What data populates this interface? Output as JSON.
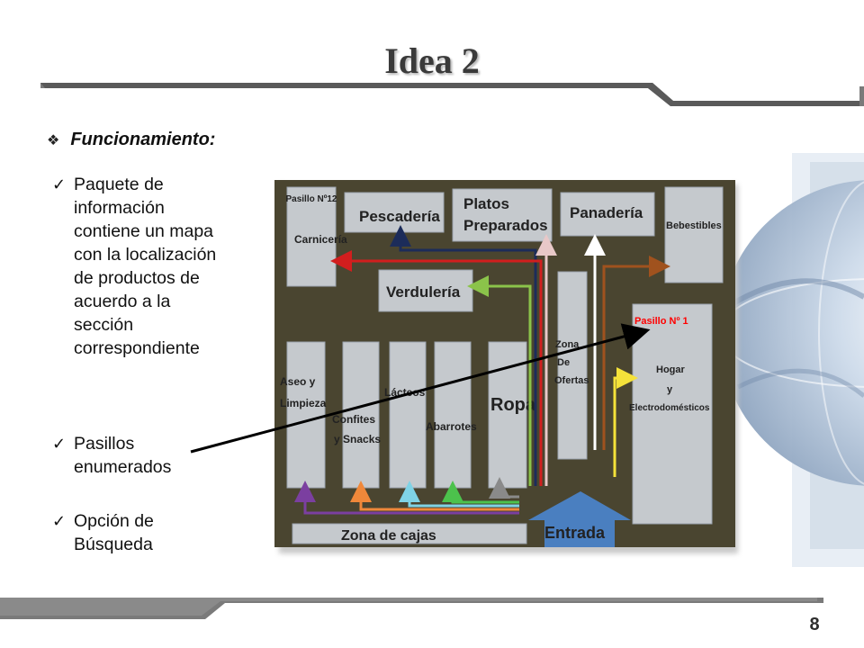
{
  "slide": {
    "title": "Idea 2",
    "page_number": "8"
  },
  "content": {
    "heading": "Funcionamiento:",
    "bullets": [
      "Paquete de información contiene un mapa con la localización de productos de acuerdo a la sección correspondiente",
      "Pasillos enumerados",
      "Opción de Búsqueda"
    ]
  },
  "map": {
    "sections": {
      "pasillo_12": "Pasillo Nº12",
      "carniceria": "Carnicería",
      "pescaderia": "Pescadería",
      "platos_preparados": "Platos Preparados",
      "panaderia": "Panadería",
      "bebestibles": "Bebestibles",
      "verduleria": "Verdulería",
      "pasillo_1": "Pasillo Nº 1",
      "zona_ofertas": "Zona De Ofertas",
      "hogar": "Hogar y Electrodomésticos",
      "aseo": "Aseo y Limpieza",
      "confites": "Confites y Snacks",
      "lacteos": "Lácteos",
      "abarrotes": "Abarrotes",
      "ropa": "Ropa",
      "zona_cajas": "Zona de cajas",
      "entrada": "Entrada"
    },
    "colors": {
      "background": "#4a4530",
      "box": "#c5c9cd",
      "highlight_label": "#ff0000"
    }
  }
}
